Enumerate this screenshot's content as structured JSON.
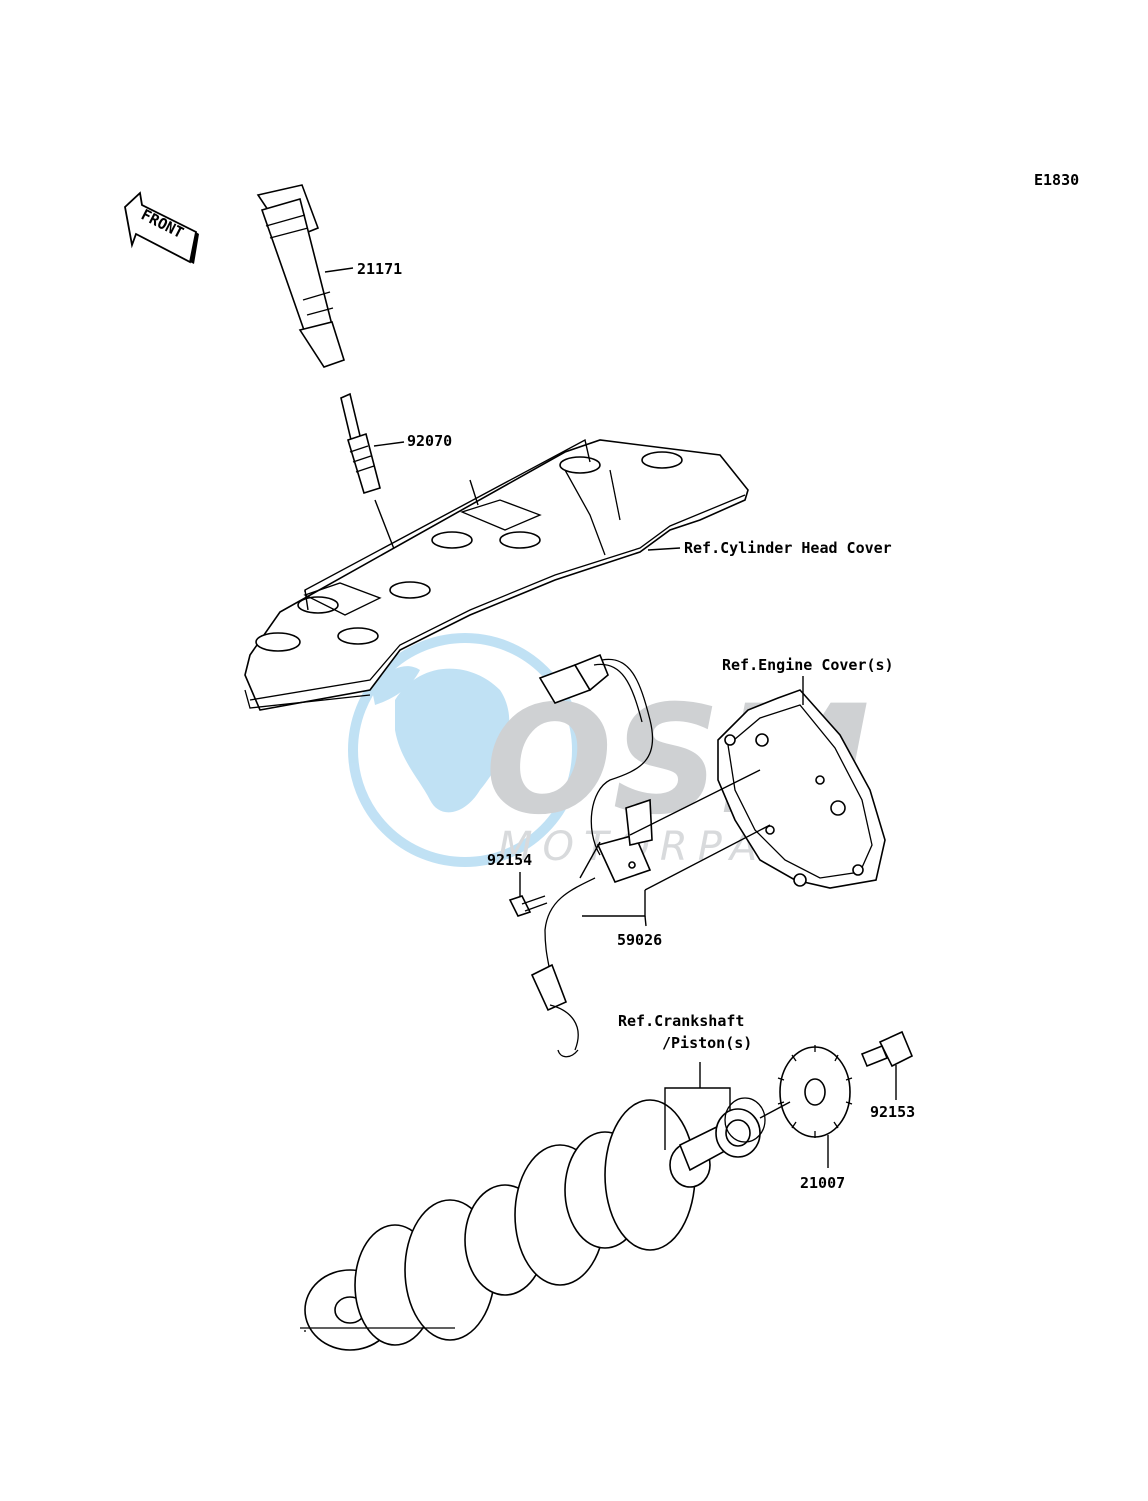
{
  "diagram_code": "E1830",
  "front_label": "FRONT",
  "watermark": {
    "brand": "OSM",
    "tagline": "MOTORPARTS"
  },
  "callouts": {
    "ignition_coil": "21171",
    "spark_plug": "92070",
    "cylinder_head_cover_ref": "Ref.Cylinder Head Cover",
    "engine_cover_ref": "Ref.Engine Cover(s)",
    "bolt_sensor": "92154",
    "pickup_sensor": "59026",
    "crankshaft_ref_line1": "Ref.Crankshaft",
    "crankshaft_ref_line2": "/Piston(s)",
    "rotor_bolt": "92153",
    "timing_rotor": "21007"
  },
  "colors": {
    "line": "#000000",
    "watermark_blue": "#8ec9ec",
    "watermark_gray": "#a8acb0"
  }
}
